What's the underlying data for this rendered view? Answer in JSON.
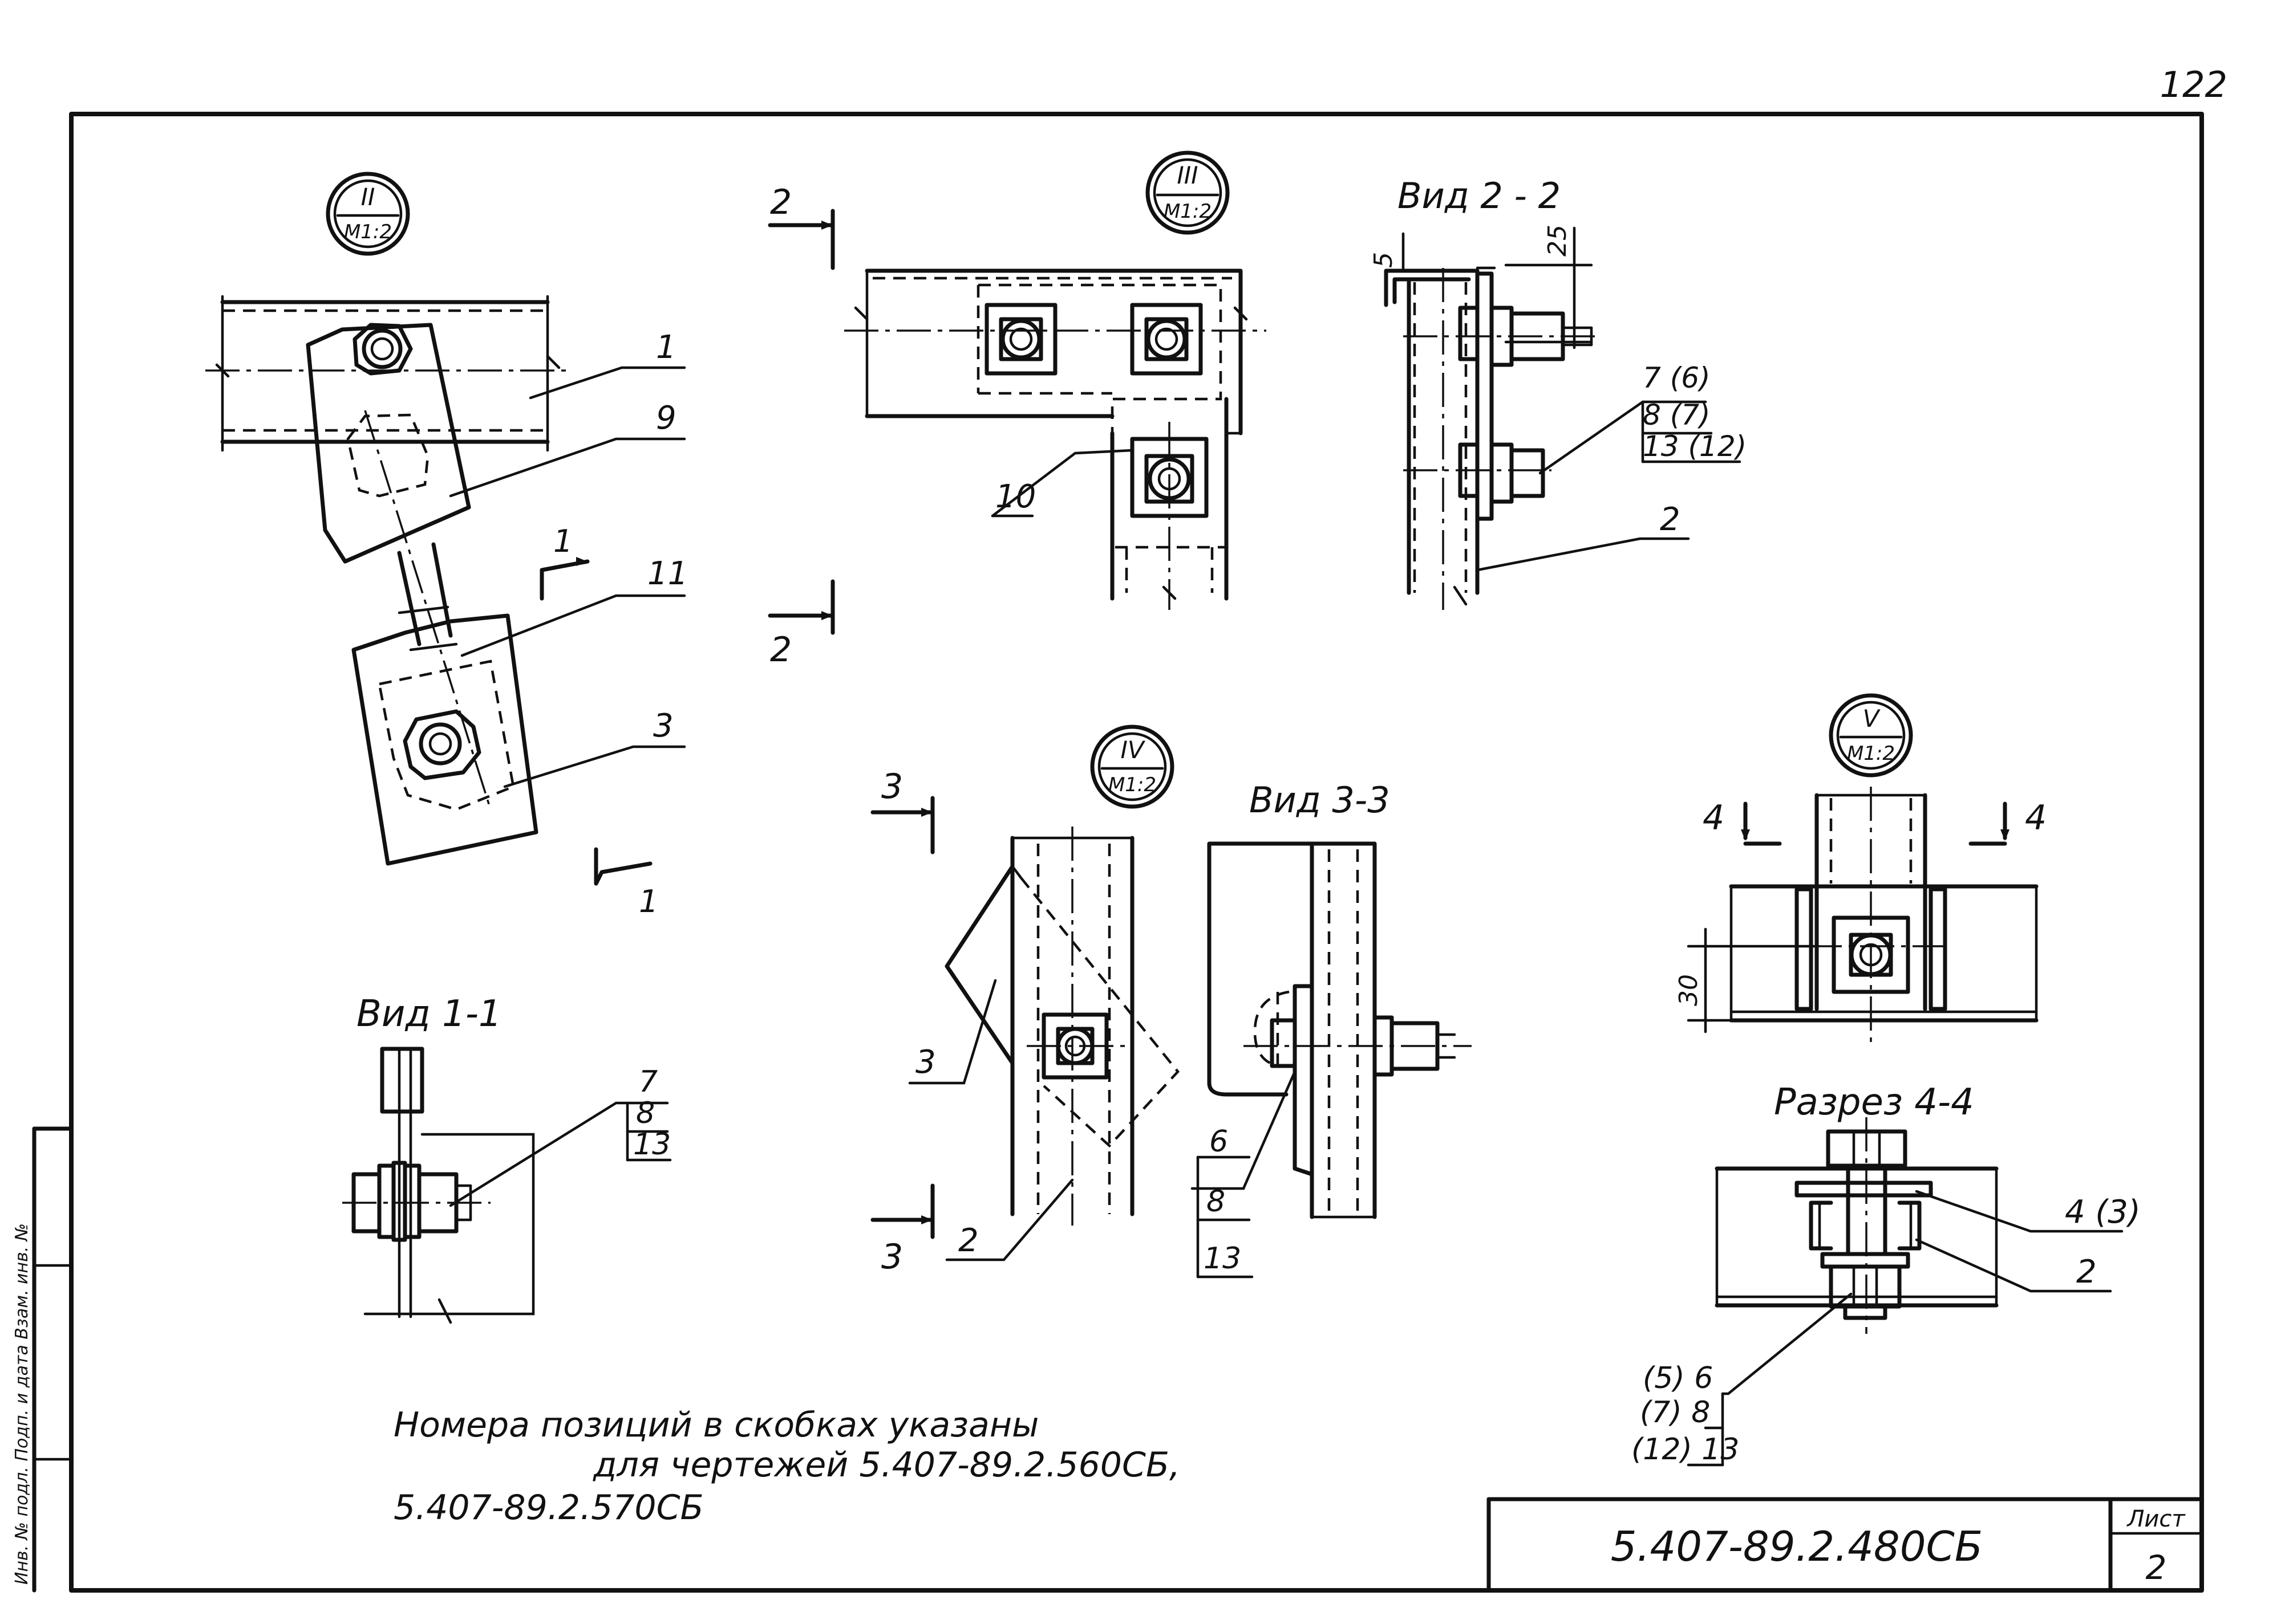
{
  "sheet": {
    "page_number": "122",
    "doc_code": "5.407-89.2.480СБ",
    "sheet_label": "Лист",
    "sheet_number": "2",
    "side_stamp": "Инв. № подл.   Подп. и дата   Взам. инв. №"
  },
  "details": {
    "II": {
      "numeral": "II",
      "scale": "М1:2"
    },
    "III": {
      "numeral": "III",
      "scale": "М1:2"
    },
    "IV": {
      "numeral": "IV",
      "scale": "М1:2"
    },
    "V": {
      "numeral": "V",
      "scale": "М1:2"
    }
  },
  "views": {
    "v22": "Вид 2 - 2",
    "v11": "Вид 1-1",
    "v33": "Вид 3-3",
    "s44": "Разрез 4-4"
  },
  "section_marks": {
    "m1": "1",
    "m2": "2",
    "m3": "3",
    "m4": "4"
  },
  "dimensions": {
    "d5": "5",
    "d25": "25",
    "d30": "30"
  },
  "callouts": {
    "II_1": "1",
    "II_9": "9",
    "II_11": "11",
    "II_3": "3",
    "III_10": "10",
    "v22_top": "7 (6)",
    "v22_mid": "8 (7)",
    "v22_bot": "13 (12)",
    "v22_2": "2",
    "v11_top": "7",
    "v11_mid": "8",
    "v11_bot": "13",
    "IV_3": "3",
    "IV_2": "2",
    "v33_top": "6",
    "v33_mid": "8",
    "v33_bot": "13",
    "s44_4": "4 (3)",
    "s44_2": "2",
    "s44_b1": "(5) 6",
    "s44_b2": "(7) 8",
    "s44_b3": "(12) 13"
  },
  "note": {
    "line1": "Номера позиций в скобках указаны",
    "line2": "для чертежей 5.407-89.2.560СБ,",
    "line3": "5.407-89.2.570СБ"
  }
}
